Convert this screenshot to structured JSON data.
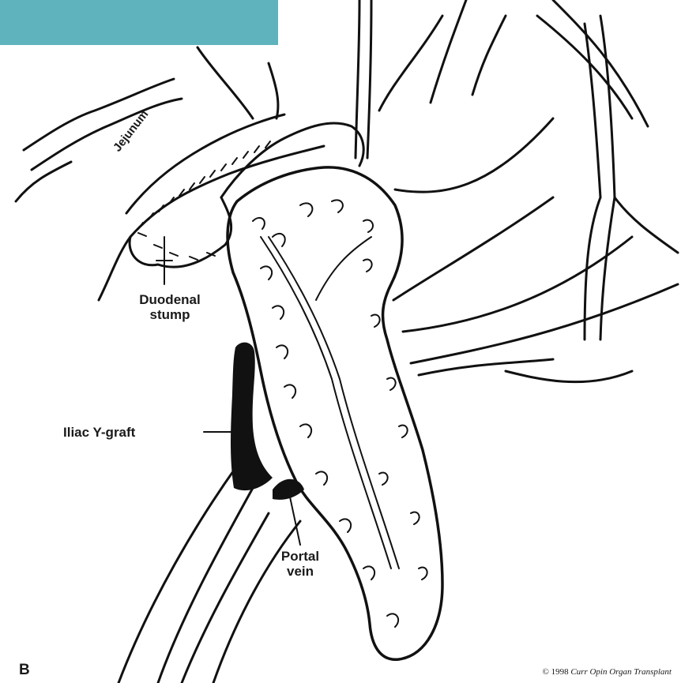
{
  "banner": {
    "color": "#5fb3bd"
  },
  "labels": {
    "jejunum": "Jejunum",
    "duodenal_line1": "Duodenal",
    "duodenal_line2": "stump",
    "iliac": "Iliac Y-graft",
    "portal_line1": "Portal",
    "portal_line2": "vein",
    "panel": "B"
  },
  "copyright": {
    "prefix": "© 1998",
    "journal": "Curr Opin Organ Transplant"
  }
}
